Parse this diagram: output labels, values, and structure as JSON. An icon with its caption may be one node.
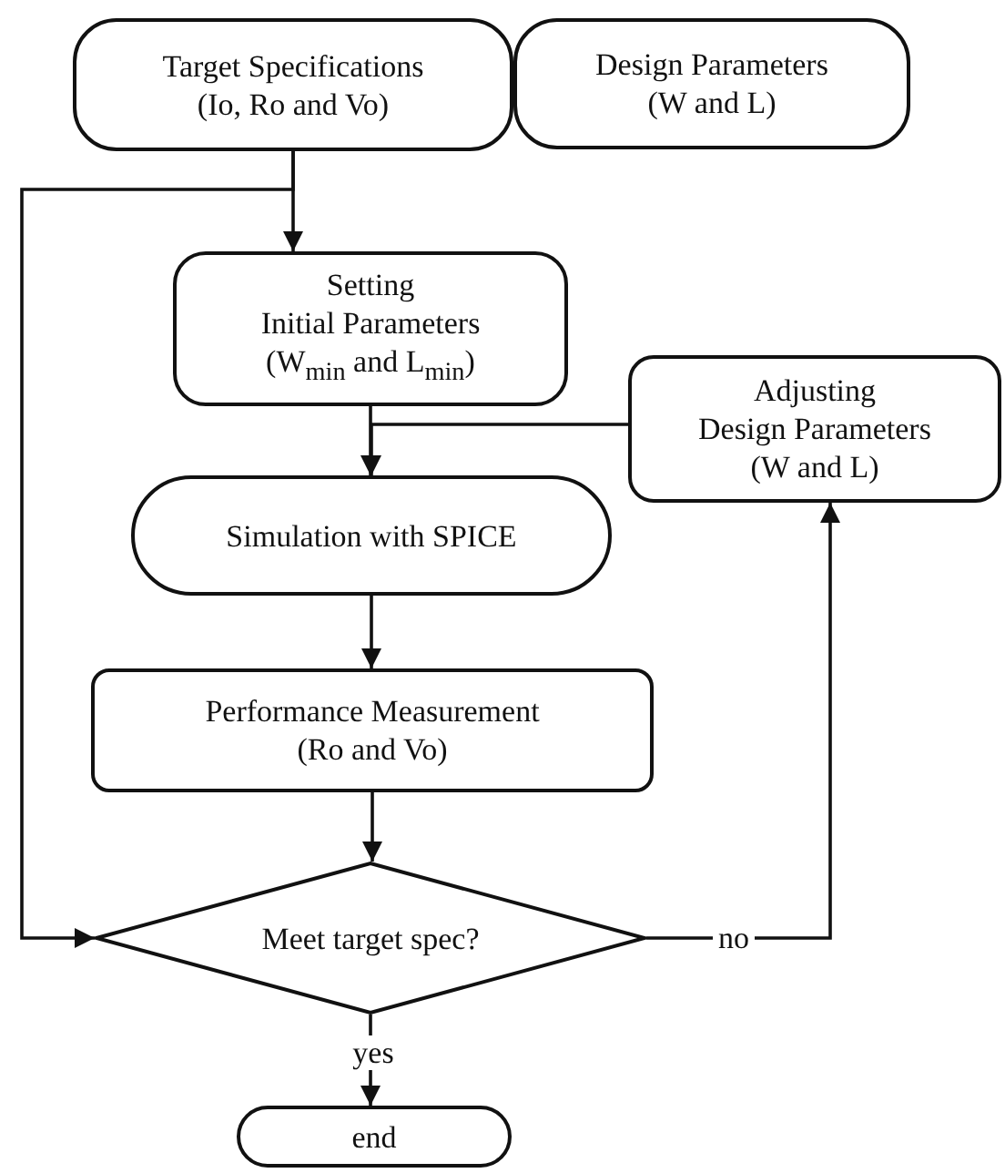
{
  "diagram": {
    "nodes": [
      {
        "text": [
          "Target Specifications",
          "(Io, Ro and Vo)"
        ]
      },
      {
        "text": [
          "Design Parameters",
          "(W and L)"
        ]
      },
      {
        "text": [
          "Setting",
          "Initial Parameters",
          "(W$_{min}$ and L$_{min}$)"
        ]
      },
      {
        "text": [
          "Simulation with SPICE"
        ]
      },
      {
        "text": [
          "Performance Measurement",
          "(Ro and Vo)"
        ]
      },
      {
        "text": [
          "Meet target spec?"
        ]
      },
      {
        "text": [
          "Adjusting",
          "Design Parameters",
          "(W and L)"
        ]
      },
      {
        "text": [
          "end"
        ]
      }
    ],
    "edges": [
      {
        "from": 0,
        "to": 2,
        "arrow": "to"
      },
      {
        "from": 0,
        "to": 5,
        "arrow": "to"
      },
      {
        "from": 2,
        "to": 3,
        "arrow": "to"
      },
      {
        "from": 6,
        "to": 3,
        "arrow": "to"
      },
      {
        "from": 3,
        "to": 4,
        "arrow": "to"
      },
      {
        "from": 4,
        "to": 5,
        "arrow": "to"
      },
      {
        "from": 5,
        "to": 6,
        "label": "no",
        "arrow": "to"
      },
      {
        "from": 5,
        "to": 7,
        "label": "yes",
        "arrow": "to"
      }
    ]
  }
}
